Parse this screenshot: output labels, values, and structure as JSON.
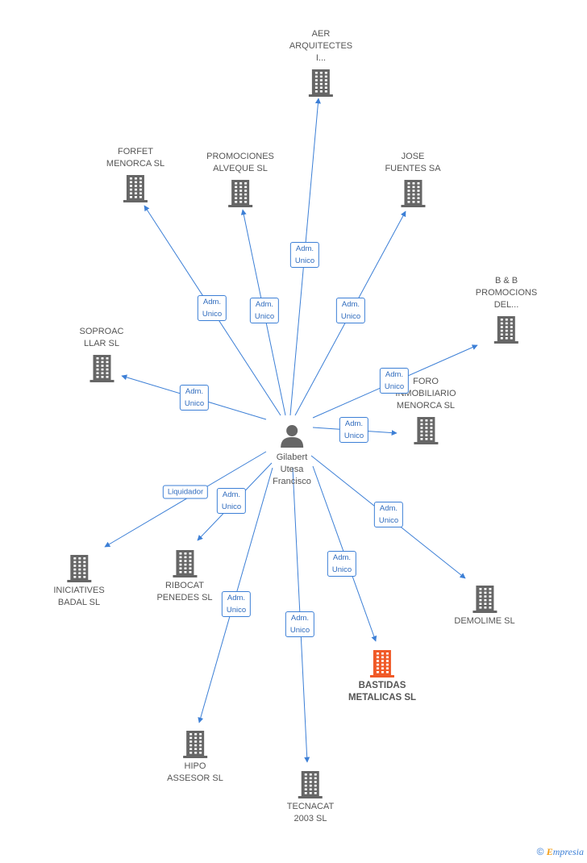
{
  "center": {
    "name": "Gilabert\nUtesa\nFrancisco"
  },
  "nodes": [
    {
      "id": "aer",
      "label": "AER\nARQUITECTES\nI...",
      "highlight": false
    },
    {
      "id": "forfet",
      "label": "FORFET\nMENORCA SL",
      "highlight": false
    },
    {
      "id": "alveque",
      "label": "PROMOCIONES\nALVEQUE SL",
      "highlight": false
    },
    {
      "id": "jose",
      "label": "JOSE\nFUENTES SA",
      "highlight": false
    },
    {
      "id": "bb",
      "label": "B & B\nPROMOCIONS\nDEL...",
      "highlight": false
    },
    {
      "id": "soproac",
      "label": "SOPROAC\nLLAR SL",
      "highlight": false
    },
    {
      "id": "foro",
      "label": "FORO\nINMOBILIARIO\nMENORCA SL",
      "highlight": false
    },
    {
      "id": "iniciatives",
      "label": "INICIATIVES\nBADAL SL",
      "highlight": false
    },
    {
      "id": "ribocat",
      "label": "RIBOCAT\nPENEDES SL",
      "highlight": false
    },
    {
      "id": "demolime",
      "label": "DEMOLIME SL",
      "highlight": false
    },
    {
      "id": "bastidas",
      "label": "BASTIDAS\nMETALICAS SL",
      "highlight": true
    },
    {
      "id": "hipo",
      "label": "HIPO\nASSESOR SL",
      "highlight": false
    },
    {
      "id": "tecnacat",
      "label": "TECNACAT\n2003 SL",
      "highlight": false
    }
  ],
  "edges": [
    {
      "to": "aer",
      "label": "Adm.\nUnico"
    },
    {
      "to": "forfet",
      "label": "Adm.\nUnico"
    },
    {
      "to": "alveque",
      "label": "Adm.\nUnico"
    },
    {
      "to": "jose",
      "label": "Adm.\nUnico"
    },
    {
      "to": "bb",
      "label": "Adm.\nUnico"
    },
    {
      "to": "soproac",
      "label": "Adm.\nUnico"
    },
    {
      "to": "foro",
      "label": "Adm.\nUnico"
    },
    {
      "to": "iniciatives",
      "label": "Liquidador"
    },
    {
      "to": "ribocat",
      "label": "Adm.\nUnico"
    },
    {
      "to": "demolime",
      "label": "Adm.\nUnico"
    },
    {
      "to": "bastidas",
      "label": "Adm.\nUnico"
    },
    {
      "to": "hipo",
      "label": "Adm.\nUnico"
    },
    {
      "to": "tecnacat",
      "label": "Adm.\nUnico"
    }
  ],
  "colors": {
    "edge": "#3c7fd6",
    "building": "#666666",
    "highlight": "#f05a28"
  },
  "footer": {
    "copyright": "©",
    "brand_first": "E",
    "brand_rest": "mpresia"
  }
}
